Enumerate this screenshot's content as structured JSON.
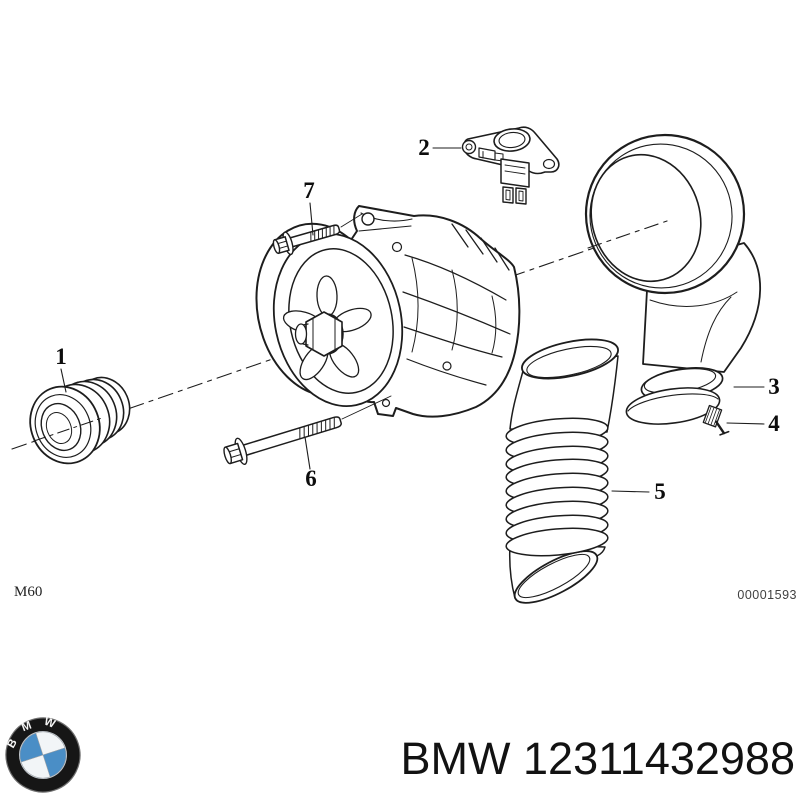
{
  "diagram": {
    "engine_code": "M60",
    "image_number": "00001593",
    "callouts": [
      {
        "text": "1"
      },
      {
        "text": "2"
      },
      {
        "text": "3"
      },
      {
        "text": "4"
      },
      {
        "text": "5"
      },
      {
        "text": "6"
      },
      {
        "text": "7"
      }
    ]
  },
  "footer": {
    "logo_text": "BMW",
    "brand": "BMW",
    "part_number": "12311432988",
    "colors": {
      "roundel_blue": "#4a8ec6",
      "roundel_white": "#f2f5f7",
      "roundel_dark": "#161616",
      "line": "#1d1d1d"
    }
  }
}
